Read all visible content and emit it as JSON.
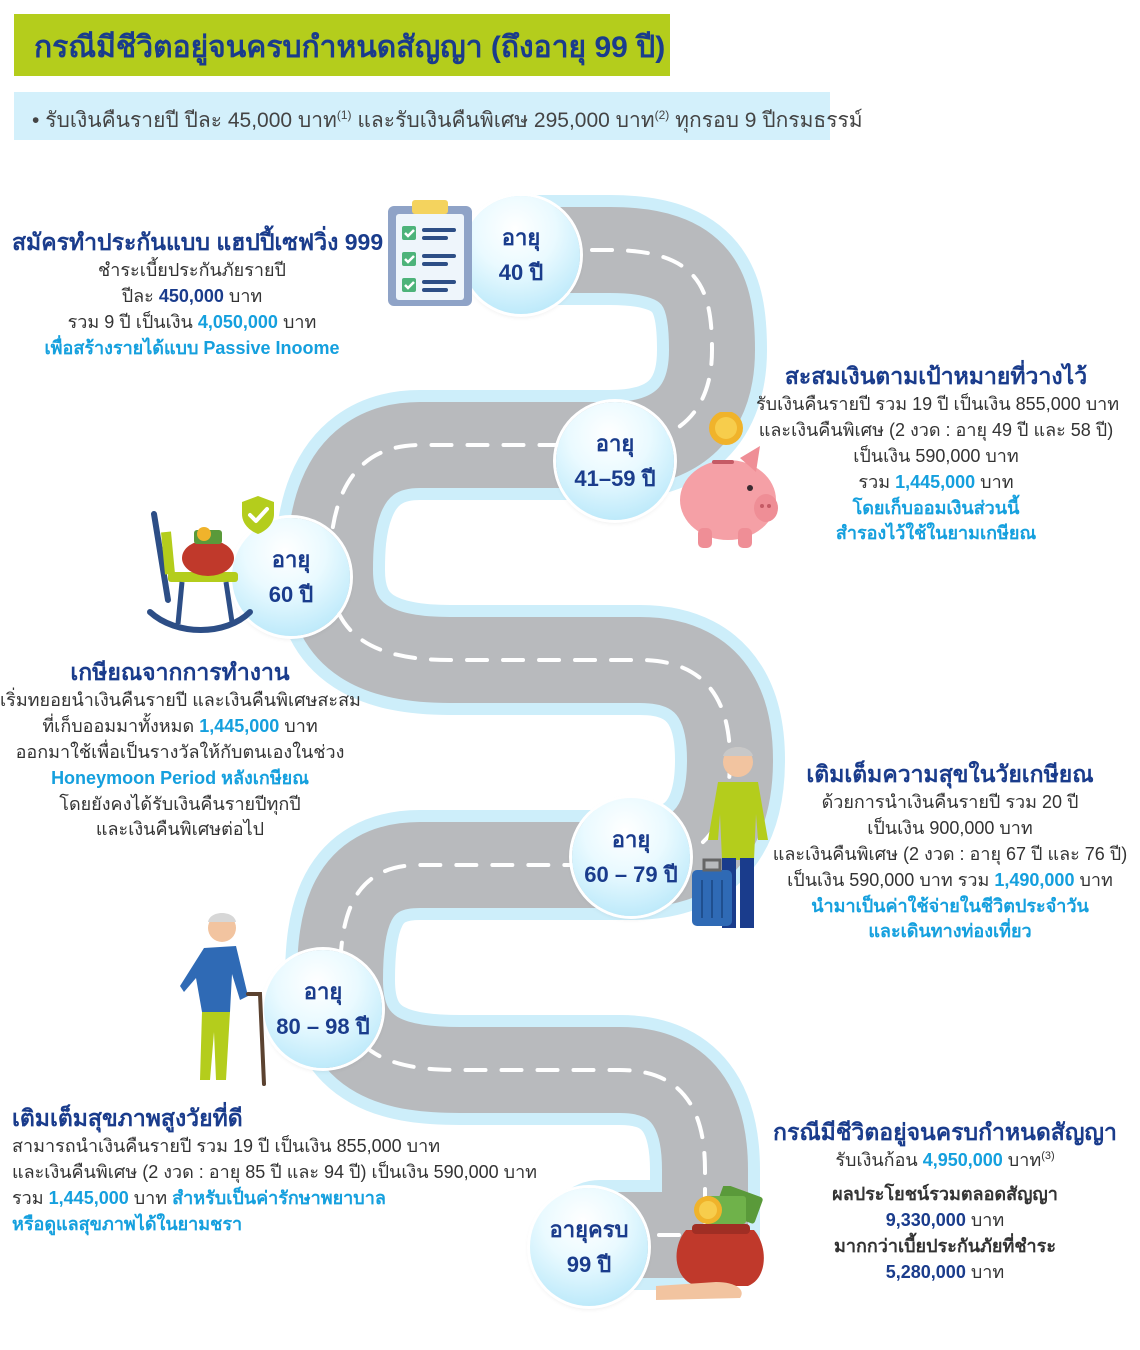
{
  "title": "กรณีมีชีวิตอยู่จนครบกำหนดสัญญา (ถึงอายุ 99 ปี)",
  "subtitle": {
    "bullet": "•",
    "part1": "รับเงินคืนรายปี ปีละ 45,000 บาท",
    "sup1": "(1)",
    "part2": " และรับเงินคืนพิเศษ 295,000 บาท",
    "sup2": "(2)",
    "part3": " ทุกรอบ 9 ปีกรมธรรม์"
  },
  "milestones": [
    {
      "line1": "อายุ",
      "line2": "40 ปี"
    },
    {
      "line1": "อายุ",
      "line2": "41–59  ปี"
    },
    {
      "line1": "อายุ",
      "line2": "60 ปี"
    },
    {
      "line1": "อายุ",
      "line2": "60 – 79 ปี"
    },
    {
      "line1": "อายุ",
      "line2": "80 – 98 ปี"
    },
    {
      "line1": "อายุครบ",
      "line2": "99 ปี"
    }
  ],
  "blocks": {
    "apply": {
      "heading": "สมัครทำประกันแบบ แฮปปี้เซฟวิ่ง 999",
      "line1": "ชำระเบี้ยประกันภัยรายปี",
      "line2a": "ปีละ ",
      "line2b": "450,000",
      "line2c": " บาท",
      "line3a": "รวม 9 ปี เป็นเงิน ",
      "line3b": "4,050,000",
      "line3c": " บาท",
      "line4": "เพื่อสร้างรายได้แบบ Passive Inoome"
    },
    "accumulate": {
      "heading": "สะสมเงินตามเป้าหมายที่วางไว้",
      "line1": "รับเงินคืนรายปี รวม 19 ปี เป็นเงิน 855,000 บาท",
      "line2": "และเงินคืนพิเศษ (2 งวด : อายุ 49 ปี และ 58 ปี)",
      "line3": "เป็นเงิน 590,000 บาท",
      "line4a": "รวม ",
      "line4b": "1,445,000",
      "line4c": " บาท",
      "line5": "โดยเก็บออมเงินส่วนนี้",
      "line6": "สำรองไว้ใช้ในยามเกษียณ"
    },
    "retire": {
      "heading": "เกษียณจากการทำงาน",
      "line1": "เริ่มทยอยนำเงินคืนรายปี และเงินคืนพิเศษสะสม",
      "line2a": "ที่เก็บออมมาทั้งหมด ",
      "line2b": "1,445,000",
      "line2c": " บาท",
      "line3": "ออกมาใช้เพื่อเป็นรางวัลให้กับตนเองในช่วง",
      "line4": "Honeymoon  Period หลังเกษียณ",
      "line5": "โดยยังคงได้รับเงินคืนรายปีทุกปี",
      "line6": "และเงินคืนพิเศษต่อไป"
    },
    "happy": {
      "heading": "เติมเต็มความสุขในวัยเกษียณ",
      "line1": "ด้วยการนำเงินคืนรายปี รวม 20 ปี",
      "line2": "เป็นเงิน 900,000 บาท",
      "line3": "และเงินคืนพิเศษ (2 งวด : อายุ 67 ปี และ 76 ปี)",
      "line4a": "เป็นเงิน 590,000 บาท รวม ",
      "line4b": "1,490,000",
      "line4c": " บาท",
      "line5": "นำมาเป็นค่าใช้จ่ายในชีวิตประจำวัน",
      "line6": "และเดินทางท่องเที่ยว"
    },
    "health": {
      "heading": "เติมเต็มสุขภาพสูงวัยที่ดี",
      "line1": "สามารถนำเงินคืนรายปี รวม 19 ปี เป็นเงิน 855,000 บาท",
      "line2": "และเงินคืนพิเศษ (2 งวด : อายุ 85 ปี และ 94 ปี) เป็นเงิน 590,000 บาท",
      "line3a": "รวม ",
      "line3b": "1,445,000",
      "line3c": " บาท ",
      "line3d": "สำหรับเป็นค่ารักษาพยาบาล",
      "line4": "หรือดูแลสุขภาพได้ในยามชรา"
    },
    "maturity": {
      "heading": "กรณีมีชีวิตอยู่จนครบกำหนดสัญญา",
      "line1a": "รับเงินก้อน ",
      "line1b": "4,950,000",
      "line1c": " บาท",
      "sup3": "(3)",
      "line2": "ผลประโยชน์รวมตลอดสัญญา",
      "line3a": "9,330,000",
      "line3b": " บาท",
      "line4": "มากกว่าเบี้ยประกันภัยที่ชำระ",
      "line5a": "5,280,000",
      "line5b": " บาท"
    }
  },
  "icons": [
    "clipboard-checklist-icon",
    "piggy-bank-icon",
    "rocking-chair-icon",
    "shield-check-icon",
    "traveler-with-suitcase-icon",
    "elderly-man-with-cane-icon",
    "money-bag-hand-icon"
  ],
  "colors": {
    "title_bar": "#b4cd1c",
    "title_text": "#1a3c8c",
    "subtitle_bar": "#d3f0fb",
    "accent_blue": "#15a0de",
    "road": "#b8babd",
    "road_border": "#cdeefa"
  }
}
